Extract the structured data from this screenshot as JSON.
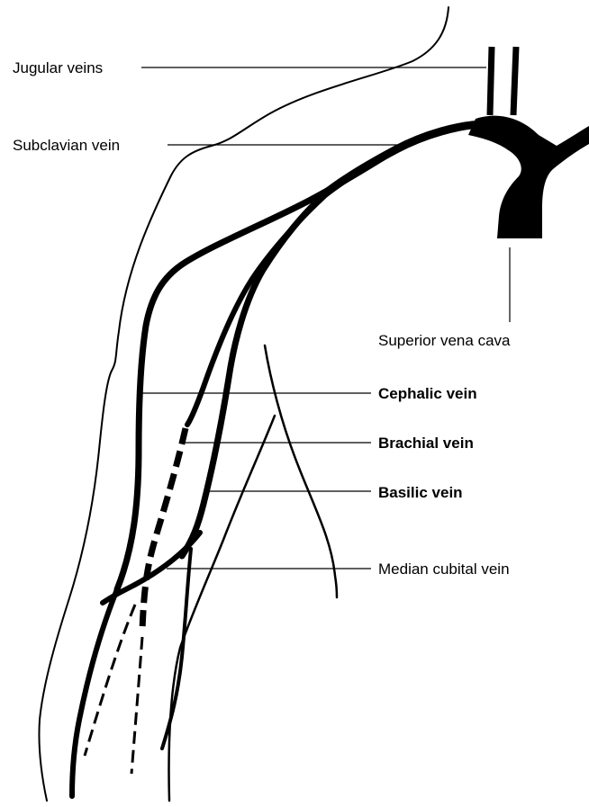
{
  "diagram": {
    "labels": {
      "jugular_veins": "Jugular veins",
      "subclavian_vein": "Subclavian vein",
      "superior_vena_cava": "Superior vena cava",
      "cephalic_vein": "Cephalic vein",
      "brachial_vein": "Brachial vein",
      "basilic_vein": "Basilic vein",
      "median_cubital_vein": "Median cubital vein"
    }
  }
}
